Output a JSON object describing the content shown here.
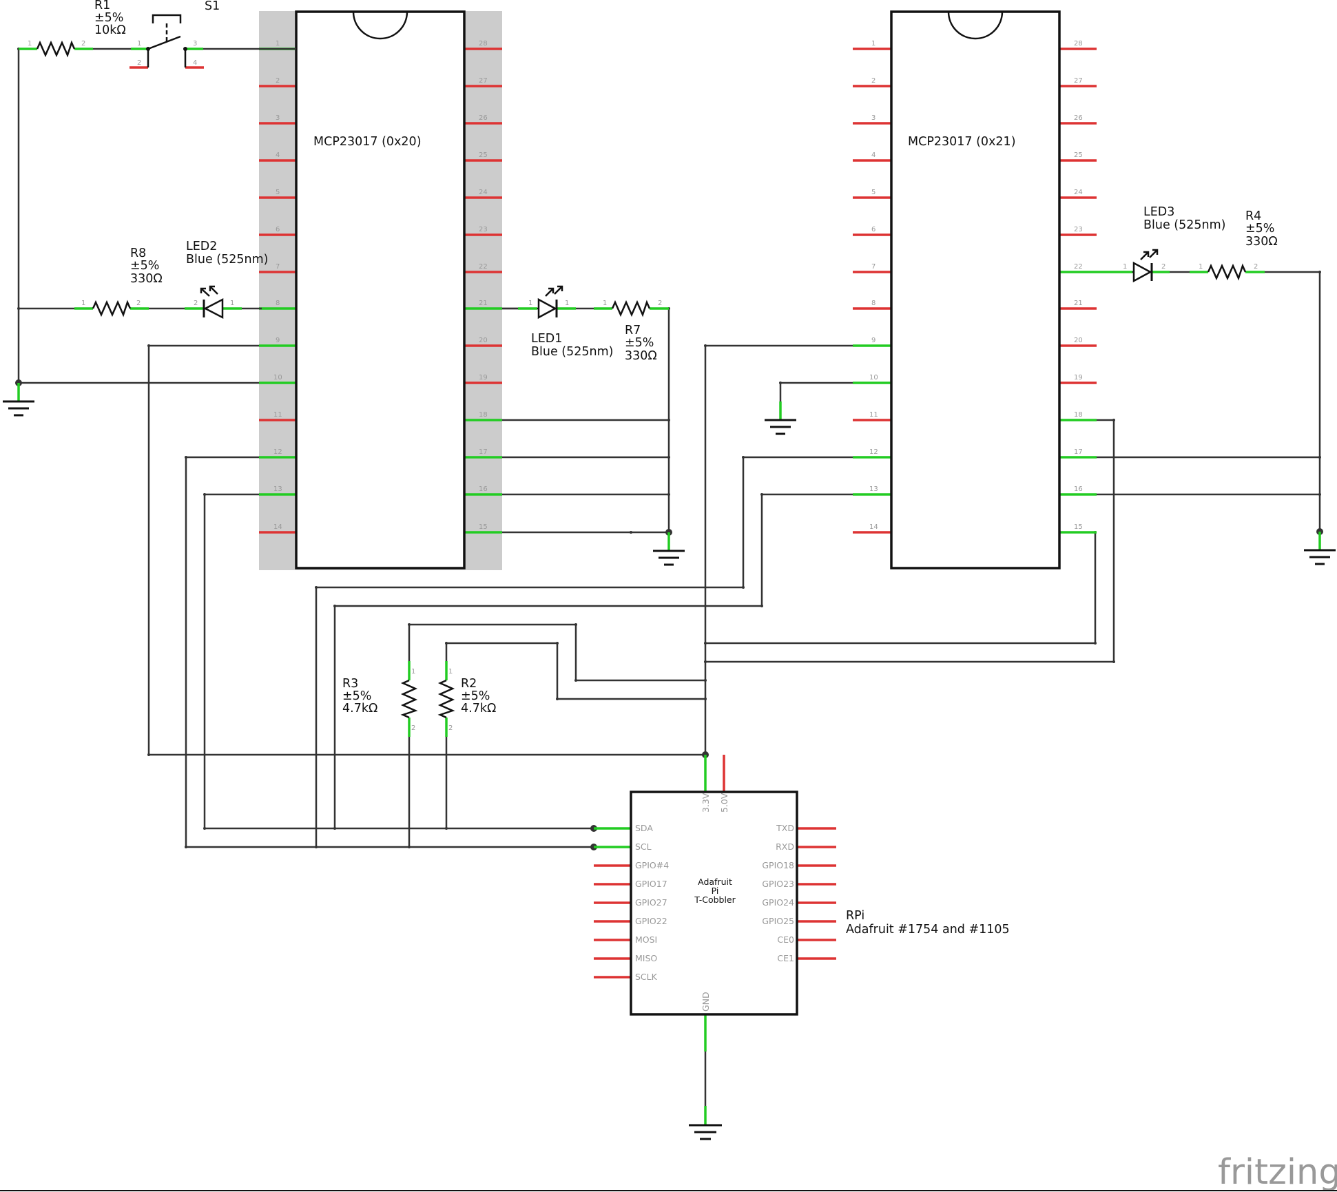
{
  "chips": [
    {
      "label": "MCP23017 (0x20)",
      "left_pins": [
        "1",
        "2",
        "3",
        "4",
        "5",
        "6",
        "7",
        "8",
        "9",
        "10",
        "11",
        "12",
        "13",
        "14"
      ],
      "right_pins": [
        "28",
        "27",
        "26",
        "25",
        "24",
        "23",
        "22",
        "21",
        "20",
        "19",
        "18",
        "17",
        "16",
        "15"
      ]
    },
    {
      "label": "MCP23017 (0x21)",
      "left_pins": [
        "1",
        "2",
        "3",
        "4",
        "5",
        "6",
        "7",
        "8",
        "9",
        "10",
        "11",
        "12",
        "13",
        "14"
      ],
      "right_pins": [
        "28",
        "27",
        "26",
        "25",
        "24",
        "23",
        "22",
        "21",
        "20",
        "19",
        "18",
        "17",
        "16",
        "15"
      ]
    }
  ],
  "components": {
    "r1": [
      "R1",
      "±5%",
      "10kΩ"
    ],
    "s1": "S1",
    "r8": [
      "R8",
      "±5%",
      "330Ω"
    ],
    "led2": [
      "LED2",
      "Blue (525nm)"
    ],
    "led1": [
      "LED1",
      "Blue (525nm)"
    ],
    "r7": [
      "R7",
      "±5%",
      "330Ω"
    ],
    "led3": [
      "LED3",
      "Blue (525nm)"
    ],
    "r4": [
      "R4",
      "±5%",
      "330Ω"
    ],
    "r3": [
      "R3",
      "±5%",
      "4.7kΩ"
    ],
    "r2": [
      "R2",
      "±5%",
      "4.7kΩ"
    ]
  },
  "pin_numbers": {
    "one": "1",
    "two": "2",
    "three": "3",
    "four": "4"
  },
  "cobbler": {
    "title": [
      "Adafruit",
      "Pi",
      "T-Cobbler"
    ],
    "top_pins": [
      "3.3V",
      "5.0V"
    ],
    "left_pins": [
      "SDA",
      "SCL",
      "GPIO#4",
      "GPIO17",
      "GPIO27",
      "GPIO22",
      "MOSI",
      "MISO",
      "SCLK"
    ],
    "right_pins": [
      "TXD",
      "RXD",
      "GPIO18",
      "GPIO23",
      "GPIO24",
      "GPIO25",
      "CE0",
      "CE1"
    ],
    "bottom_pin": "GND",
    "part_label": [
      "RPi",
      "Adafruit #1754 and #1105"
    ]
  },
  "watermark": "fritzing",
  "colors": {
    "connected_pin": "#22cc22",
    "unconnected_pin": "#dd3333",
    "wire": "#333333",
    "highlight": "#cccccc"
  }
}
